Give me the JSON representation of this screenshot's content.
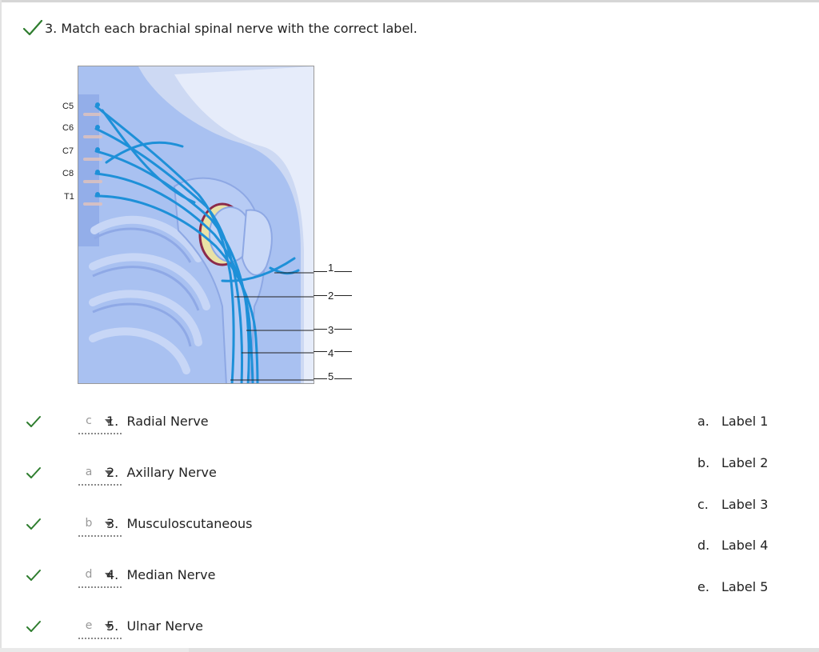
{
  "question": {
    "number_text": "3. Match each brachial spinal nerve with the correct label."
  },
  "figure": {
    "vertebra_labels": [
      "C5",
      "C6",
      "C7",
      "C8",
      "T1"
    ],
    "callout_numbers": [
      "1",
      "2",
      "3",
      "4",
      "5"
    ]
  },
  "matches": [
    {
      "selected": "c",
      "label": "1.  Radial Nerve"
    },
    {
      "selected": "a",
      "label": "2.  Axillary Nerve"
    },
    {
      "selected": "b",
      "label": "3.  Musculoscutaneous"
    },
    {
      "selected": "d",
      "label": "4.  Median Nerve"
    },
    {
      "selected": "e",
      "label": "5.  Ulnar Nerve"
    }
  ],
  "options": [
    {
      "letter": "a.",
      "text": "Label 1"
    },
    {
      "letter": "b.",
      "text": "Label 2"
    },
    {
      "letter": "c.",
      "text": "Label 3"
    },
    {
      "letter": "d.",
      "text": "Label 4"
    },
    {
      "letter": "e.",
      "text": "Label 5"
    }
  ],
  "colors": {
    "check": "#2e7d2e",
    "nerve": "#1e90d8",
    "body": "#9fb9ef",
    "background": "#cdd9f3"
  }
}
